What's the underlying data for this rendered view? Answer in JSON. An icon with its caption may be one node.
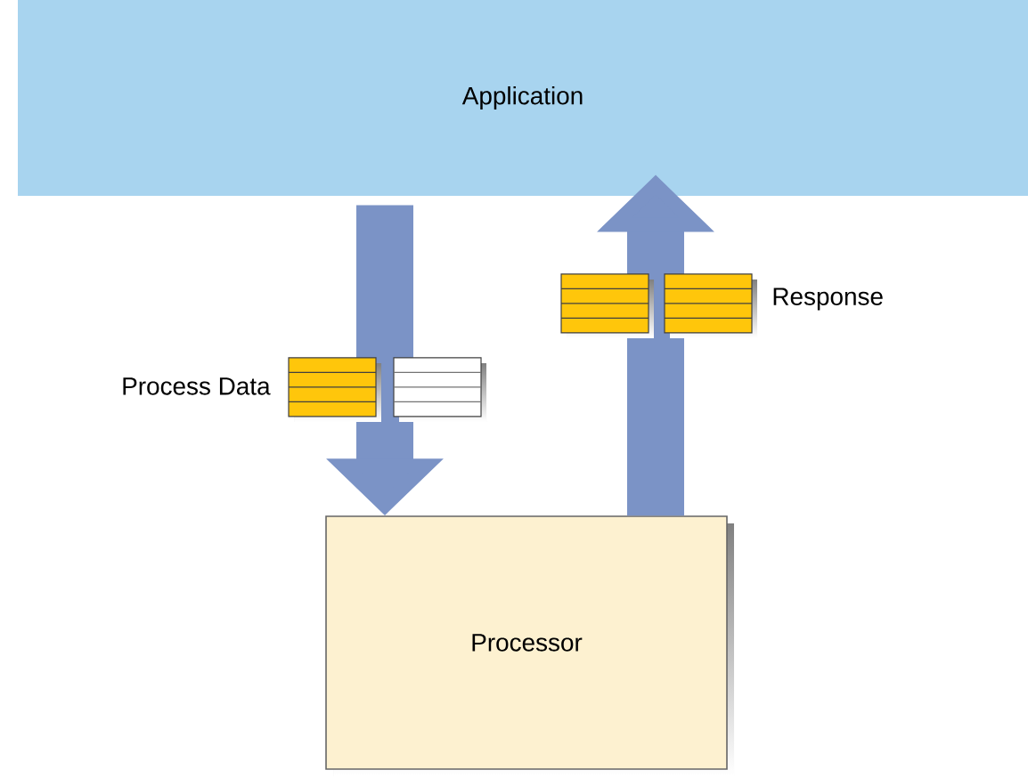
{
  "diagram": {
    "nodes": [
      {
        "text": [
          "Application"
        ]
      },
      {
        "text": [
          "Processor"
        ]
      }
    ],
    "edges": [
      {
        "from": 0,
        "to": 1,
        "arrow": "to",
        "label": "Process Data"
      },
      {
        "from": 1,
        "to": 0,
        "arrow": "to",
        "label": "Response"
      }
    ]
  }
}
